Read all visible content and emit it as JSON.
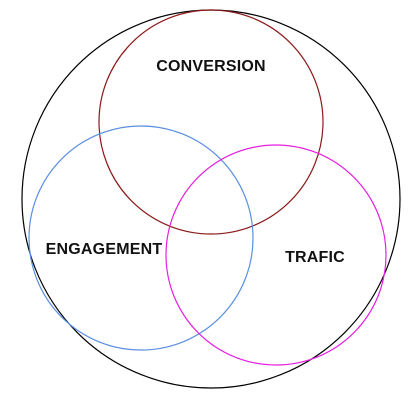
{
  "diagram": {
    "outer": {
      "color": "#000000"
    },
    "sets": [
      {
        "id": "conversion",
        "label": "CONVERSION",
        "color": "#8B1A1A"
      },
      {
        "id": "engagement",
        "label": "ENGAGEMENT",
        "color": "#5B8FE0"
      },
      {
        "id": "trafic",
        "label": "TRAFIC",
        "color": "#E51FE0"
      }
    ]
  }
}
